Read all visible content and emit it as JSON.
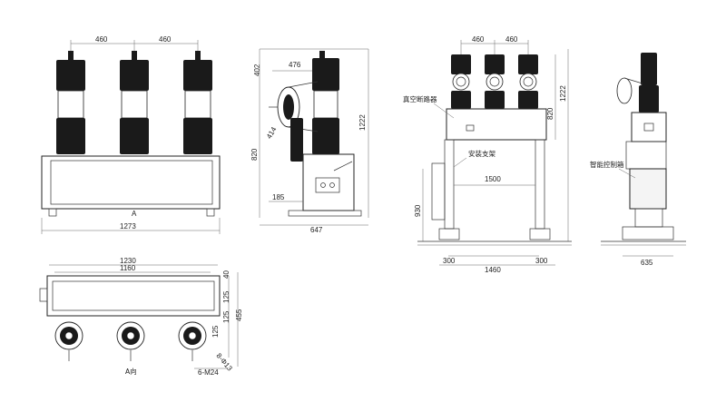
{
  "front": {
    "d_top_left": "460",
    "d_top_right": "460",
    "d_width": "1273",
    "label_a": "A"
  },
  "side": {
    "d_476": "476",
    "d_402": "402",
    "d_1222": "1222",
    "d_820": "820",
    "d_414": "414",
    "d_185": "185",
    "d_647": "647"
  },
  "plan": {
    "d_1230": "1230",
    "d_1160": "1160",
    "d_40": "40",
    "d_125a": "125",
    "d_125b": "125",
    "d_125c": "125",
    "d_455": "455",
    "hole_label": "8-Φ13",
    "bolt_label": "6-M24",
    "view_a": "A向"
  },
  "frontpost": {
    "d_460a": "460",
    "d_460b": "460",
    "d_820": "820",
    "d_1222": "1222",
    "d_1500": "1500",
    "d_930": "930",
    "d_300a": "300",
    "d_1460": "1460",
    "d_300b": "300",
    "label_breaker": "真空断路器",
    "label_bracket": "安装支架"
  },
  "sidepost": {
    "d_635": "635",
    "label_control": "智能控制箱"
  }
}
